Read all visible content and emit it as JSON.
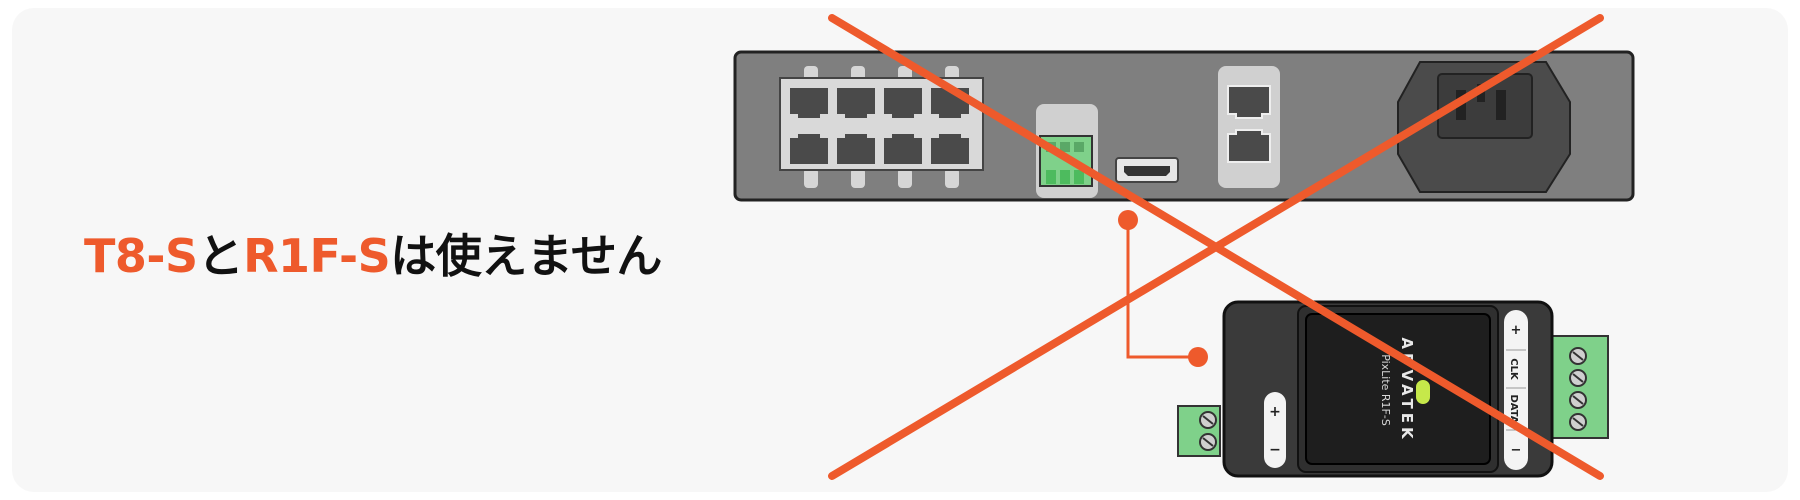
{
  "headline": {
    "part1": "T8-S",
    "part2": "と",
    "part3": "R1F-S",
    "part4": "は使えません"
  },
  "receiver": {
    "brand": "ADVATEK",
    "model": "PixLite R1F-S",
    "power_plus": "+",
    "power_minus": "−",
    "out_plus": "+",
    "out_clk": "CLK",
    "out_data": "DATA",
    "out_minus": "−"
  },
  "colors": {
    "accent": "#ee5a2c",
    "controller_body": "#7f7f7f",
    "receiver_body": "#3a3a3a",
    "terminal_green": "#7fd18a",
    "led": "#c6e84a"
  },
  "icons": [
    "ethernet-port-icon",
    "terminal-block-icon",
    "hdmi-port-icon",
    "iec-power-inlet-icon",
    "cross-out-icon"
  ]
}
